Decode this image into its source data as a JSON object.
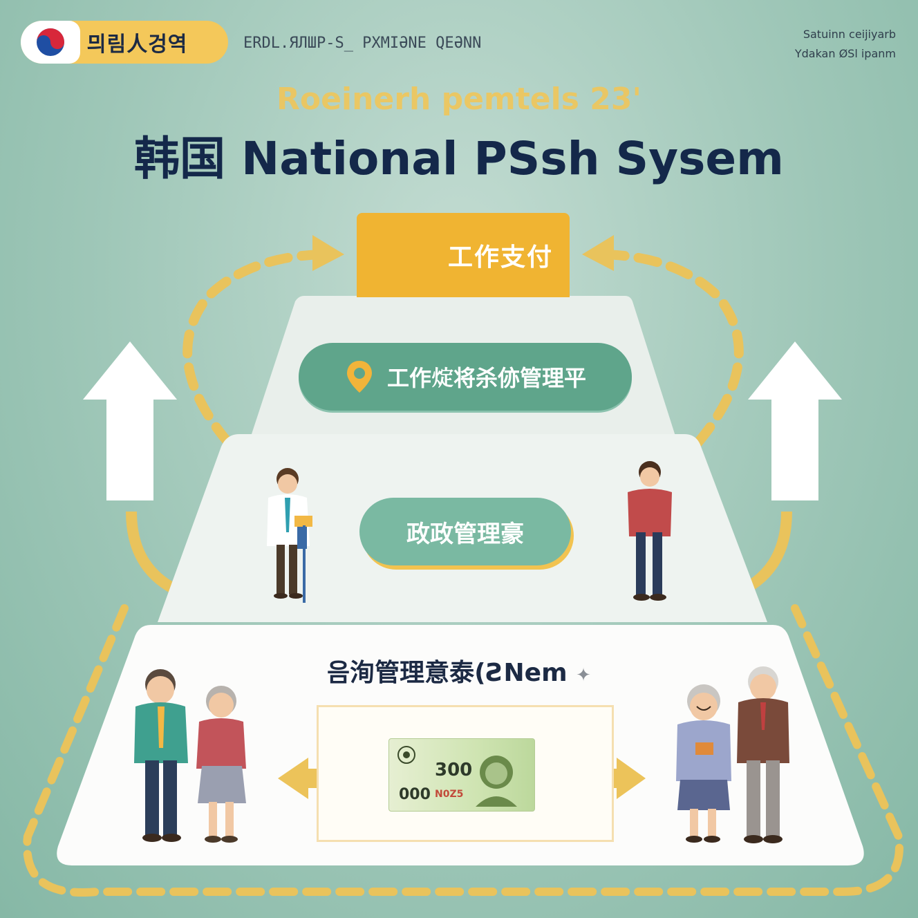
{
  "header": {
    "brand_text": "믜림人겅역",
    "subtitle": "ERDL.ЯЛШР-S_ PXMIƏNE QEƏNN",
    "right_line1": "Satuinn ceijiyarb",
    "right_line2": "Ydakan ØSl ipanm"
  },
  "hero": {
    "kicker": "Roeinerh pemtels 23'",
    "title": "韩国 National PSsh Sysem"
  },
  "tiers": {
    "top_label": "工作支付",
    "tier1_label": "工作𤊟将杀㑊管理平",
    "tier2_label": "政政管理豪",
    "tier3_label": "음洵管理意泰(ƧNem"
  },
  "banknote": {
    "value": "300",
    "serial": "000",
    "code": "N0Z5"
  },
  "colors": {
    "accent_yellow": "#f0b432",
    "pill_green": "#5fa58b",
    "title_navy": "#14284a",
    "dashed_path": "#e9c35c"
  }
}
